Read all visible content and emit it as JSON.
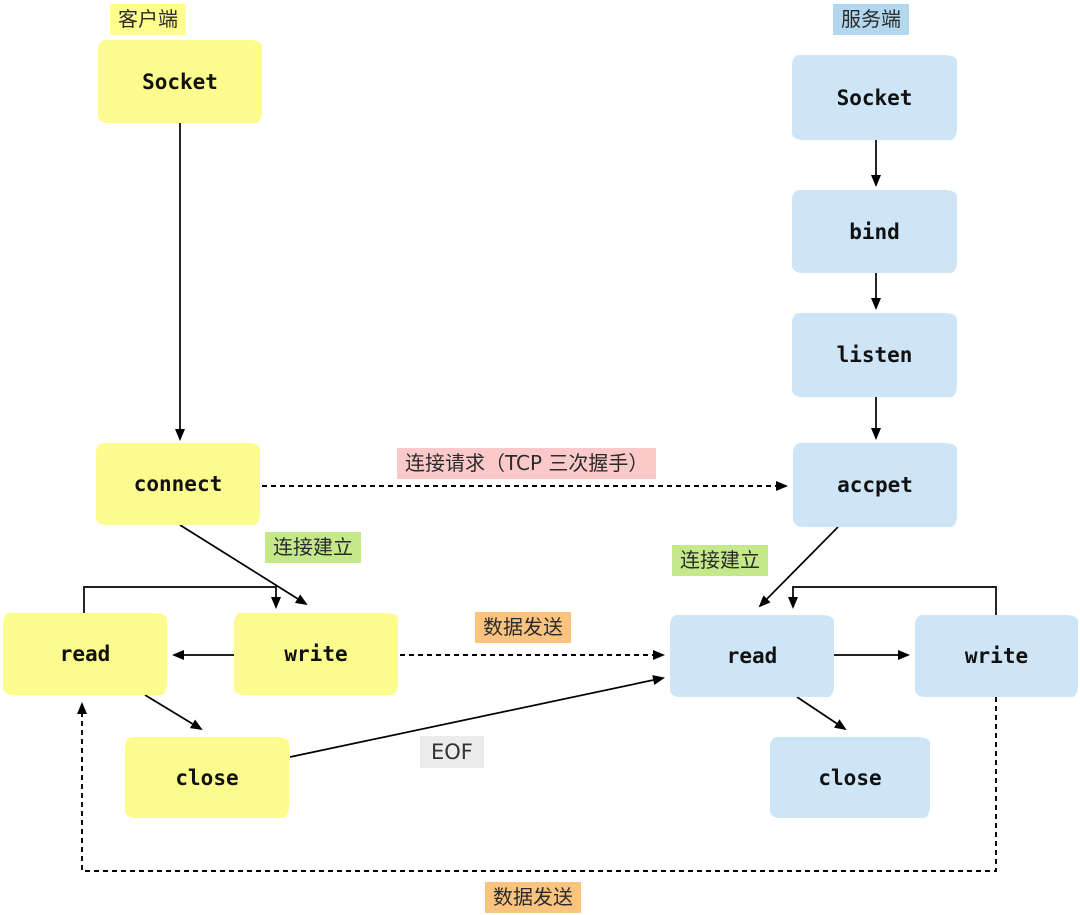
{
  "colors": {
    "client-box": "#fbfb8e",
    "client-header-bg": "#ffff8d",
    "server-box": "#cde5f6",
    "server-header-bg": "#b3d7ef",
    "label-pink": "#fbc9c9",
    "label-green": "#c5e98a",
    "label-orange": "#fac37e",
    "label-gray": "#ececec",
    "line": "#000000"
  },
  "client": {
    "header": "客户端",
    "socket": "Socket",
    "connect": "connect",
    "read": "read",
    "write": "write",
    "close": "close"
  },
  "server": {
    "header": "服务端",
    "socket": "Socket",
    "bind": "bind",
    "listen": "listen",
    "accpet": "accpet",
    "read": "read",
    "write": "write",
    "close": "close"
  },
  "edges": {
    "connect_request": "连接请求（TCP 三次握手）",
    "established_client": "连接建立",
    "established_server": "连接建立",
    "data_send_top": "数据发送",
    "data_send_bottom": "数据发送",
    "eof": "EOF"
  }
}
